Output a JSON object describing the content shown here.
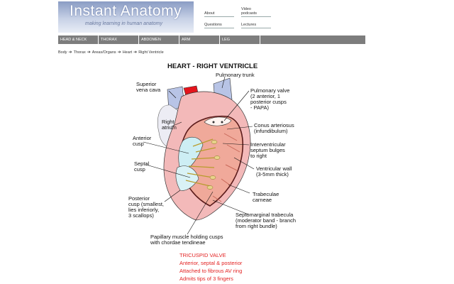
{
  "header": {
    "site_title": "Instant Anatomy",
    "tagline": "making learning in human anatomy",
    "links": {
      "about": "About",
      "video": "Video\npodcasts",
      "questions": "Questions",
      "lectures": "Lectures"
    }
  },
  "nav": {
    "items": [
      "HEAD & NECK",
      "THORAX",
      "ABDOMEN",
      "ARM",
      "LEG"
    ]
  },
  "breadcrumb": [
    "Body",
    "Thorax",
    "Areas/Organs",
    "Heart",
    "Right Ventricle"
  ],
  "diagram": {
    "title": "HEART - RIGHT VENTRICLE",
    "labels": {
      "pulmonary_trunk": "Pulmonary trunk",
      "superior_vena_cava": "Superior\nvena cava",
      "pulmonary_valve": "Pulmonary valve\n(2 anterior, 1\nposterior cusps\n- PAPA)",
      "right_atrium": "Right\natrium",
      "conus_arteriosus": "Conus arteriosus\n(infundibulum)",
      "anterior_cusp": "Anterior\ncusp",
      "interventricular_septum": "Interventricular\nseptum bulges\nto right",
      "septal_cusp": "Septal\ncusp",
      "ventricular_wall": "Ventricular wall\n(3-5mm thick)",
      "trabeculae_carneae": "Trabeculae\ncarneae",
      "posterior_cusp": "Posterior\ncusp (smallest,\nlies inferiorly,\n3 scallops)",
      "septomarginal_trabecula": "Septomarginal trabecula\n(moderator band - branch\nfrom right bundle)",
      "papillary_muscle": "Papillary muscle holding cusps\nwith chordae tendineae"
    },
    "notes": [
      "TRICUSPID VALVE",
      "Anterior, septal & posterior",
      "Attached to fibrous AV ring",
      "Admits tips of 3 fingers"
    ]
  },
  "colors": {
    "nav": "#7d7d7d",
    "note_red": "#e32222",
    "heart_pink": "#f3b9b9",
    "cusp_blue": "#cdeef4"
  }
}
